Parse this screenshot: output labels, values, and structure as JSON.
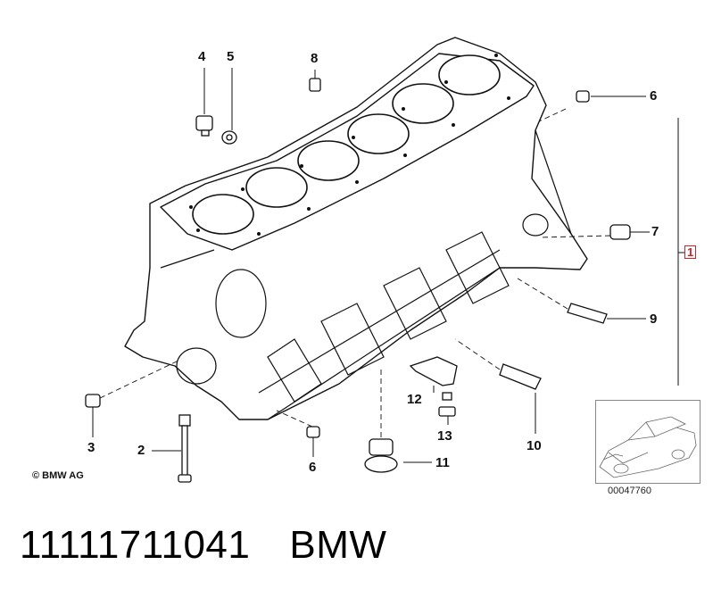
{
  "callouts": {
    "c1": "1",
    "c2": "2",
    "c3": "3",
    "c4": "4",
    "c5": "5",
    "c6a": "6",
    "c6b": "6",
    "c7": "7",
    "c8": "8",
    "c9": "9",
    "c10": "10",
    "c11": "11",
    "c12": "12",
    "c13": "13"
  },
  "copyright": "© BMW AG",
  "reference_number": "00047760",
  "footer": {
    "part_number": "11111711041",
    "brand": "BMW"
  },
  "colors": {
    "line": "#111111",
    "highlight": "#d0202a"
  }
}
